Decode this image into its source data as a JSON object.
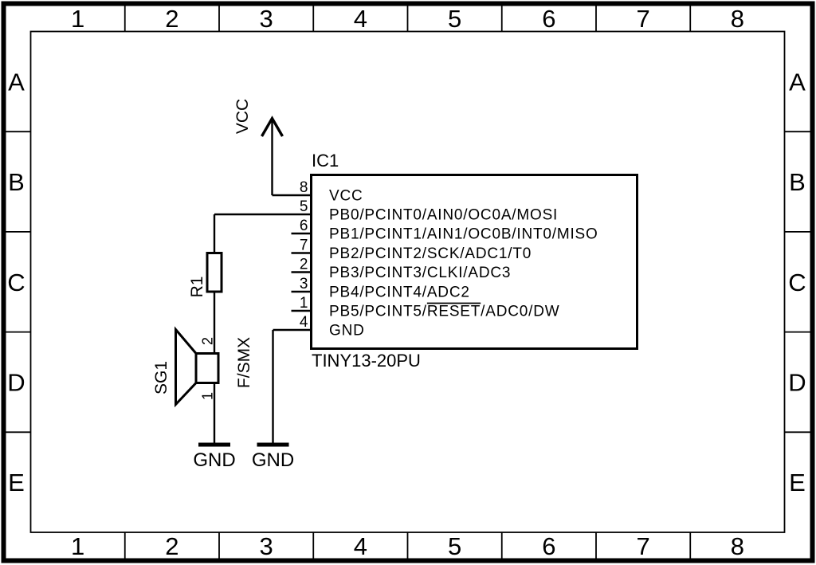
{
  "sheet": {
    "colors": {
      "background": "#ffffff",
      "line": "#000000"
    },
    "frame": {
      "column_labels": [
        "1",
        "2",
        "3",
        "4",
        "5",
        "6",
        "7",
        "8"
      ],
      "row_labels": [
        "A",
        "B",
        "C",
        "D",
        "E"
      ]
    },
    "ic": {
      "designator": "IC1",
      "value": "TINY13-20PU",
      "pins": [
        {
          "number": "8",
          "name": "VCC"
        },
        {
          "number": "5",
          "name": "PB0/PCINT0/AIN0/OC0A/MOSI"
        },
        {
          "number": "6",
          "name": "PB1/PCINT1/AIN1/OC0B/INT0/MISO"
        },
        {
          "number": "7",
          "name": "PB2/PCINT2/SCK/ADC1/T0"
        },
        {
          "number": "2",
          "name": "PB3/PCINT3/CLKI/ADC3"
        },
        {
          "number": "3",
          "name": "PB4/PCINT4/ADC2"
        },
        {
          "number": "1",
          "name": "PB5/PCINT5/RESET/ADC0/DW",
          "overline": "RESET"
        },
        {
          "number": "4",
          "name": "GND"
        }
      ]
    },
    "resistor": {
      "designator": "R1"
    },
    "speaker": {
      "designator": "SG1",
      "value": "F/SMX",
      "pin_top": "2",
      "pin_bottom": "1"
    },
    "power": {
      "vcc_label": "VCC",
      "gnd_label_speaker": "GND",
      "gnd_label_ic": "GND"
    }
  }
}
